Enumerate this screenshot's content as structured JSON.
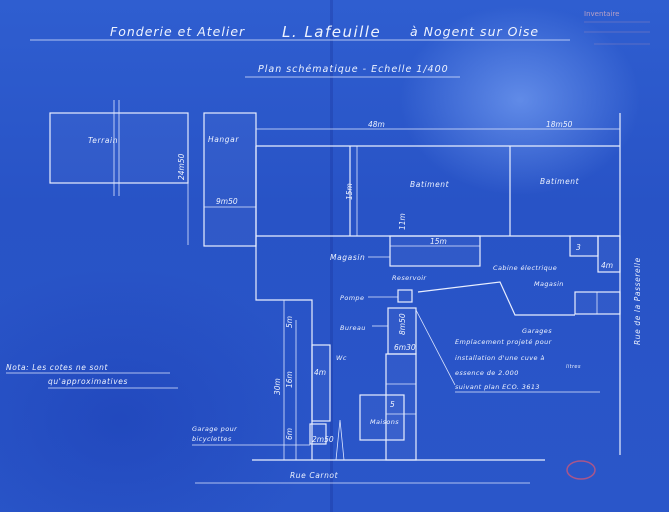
{
  "header": {
    "company_left": "Fonderie et Atelier",
    "company_name": "L. Lafeuille",
    "company_right": "à Nogent sur Oise",
    "subtitle": "Plan schématique - Echelle 1/400"
  },
  "note": {
    "line1": "Nota: Les cotes ne sont",
    "line2": "qu'approximatives"
  },
  "labels": {
    "terrain": "Terrain",
    "hangar": "Hangar",
    "batiment_1": "Batiment",
    "batiment_2": "Batiment",
    "magasin_1": "Magasin",
    "magasin_2": "Magasin",
    "reservoir": "Reservoir",
    "cabine": "Cabine électrique",
    "pompe": "Pompe",
    "bureau": "Bureau",
    "garages": "Garages",
    "wc": "Wc",
    "maisons": "Maisons",
    "garage_velo_1": "Garage pour",
    "garage_velo_2": "bicyclettes",
    "rue_carnot": "Rue Carnot",
    "rue_passerelle": "Rue de la Passerelle",
    "emplacement_1": "Emplacement projeté pour",
    "emplacement_2": "installation d'une cuve à",
    "emplacement_3": "essence de 2.000",
    "emplacement_litres": "litres",
    "emplacement_4": "suivant plan ECO. 3613"
  },
  "dimensions": {
    "d_48": "48m",
    "d_18_50": "18m50",
    "d_24_50": "24m50",
    "d_9_50": "9m50",
    "d_15_v": "15m",
    "d_15_h": "15m",
    "d_11": "11m",
    "d_8_50": "8m50",
    "d_6_30": "6m30",
    "d_4": "4m",
    "d_30": "30m",
    "d_16": "16m",
    "d_5": "5m",
    "d_6": "6m",
    "d_2_50": "2m50",
    "d_3": "3",
    "d_5b": "5",
    "d_4b": "4m"
  },
  "stamp": "Inventaire"
}
